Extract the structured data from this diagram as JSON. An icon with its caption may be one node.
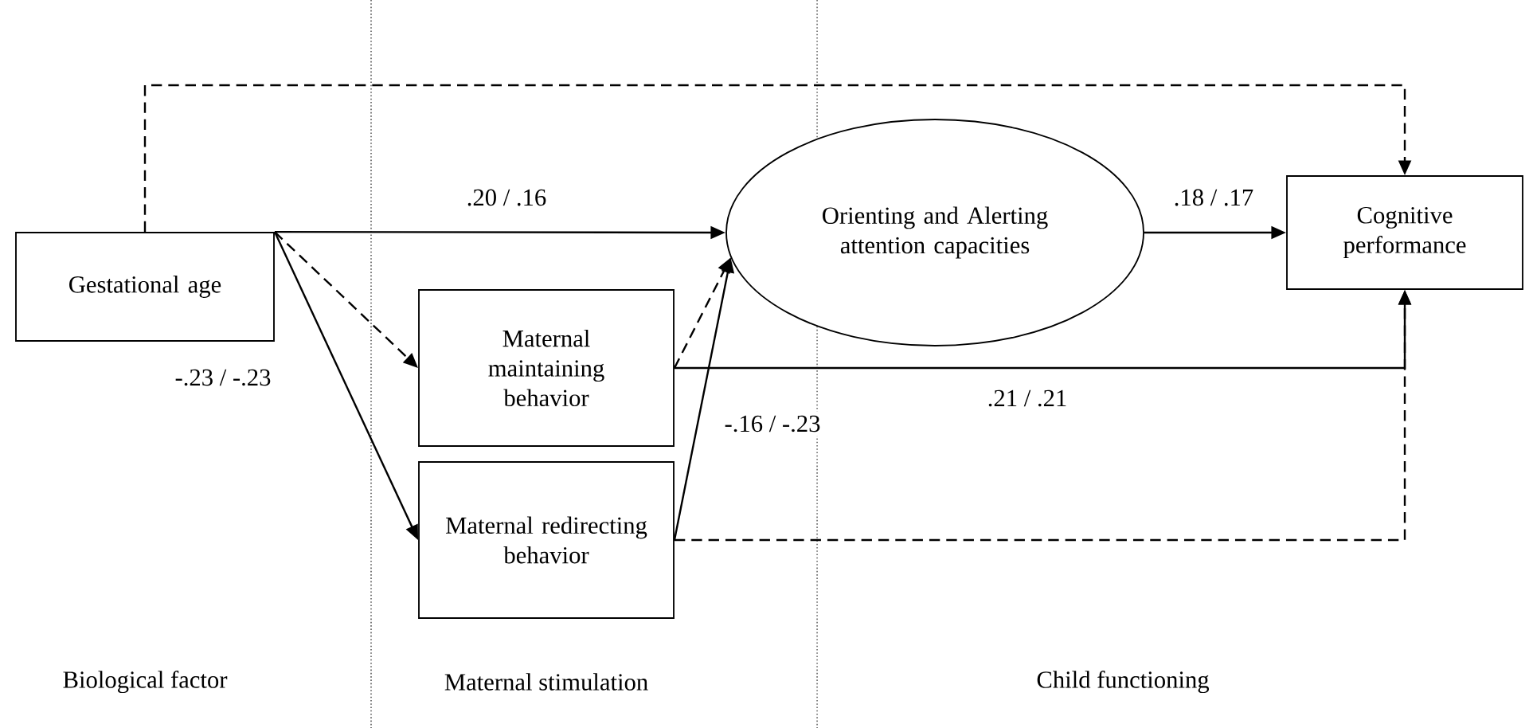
{
  "diagram": {
    "nodes": [
      {
        "text": [
          "Gestational age"
        ]
      },
      {
        "text": [
          "Orienting and Alerting attention capacities"
        ]
      },
      {
        "text": [
          "Cognitive performance"
        ]
      },
      {
        "text": [
          "Maternal maintaining behavior"
        ]
      },
      {
        "text": [
          "Maternal redirecting behavior"
        ]
      }
    ],
    "edges": [
      {
        "from": 0,
        "to": 2,
        "arrow": "to",
        "style": "dashed"
      },
      {
        "from": 0,
        "to": 1,
        "arrow": "to",
        "label": ".20 / .16"
      },
      {
        "from": 0,
        "to": 3,
        "arrow": "to",
        "style": "dashed"
      },
      {
        "from": 0,
        "to": 4,
        "arrow": "to",
        "label": "-.23 / -.23"
      },
      {
        "from": 3,
        "to": 1,
        "arrow": "to",
        "style": "dashed"
      },
      {
        "from": 4,
        "to": 1,
        "arrow": "to",
        "label": "-.16 / -.23"
      },
      {
        "from": 1,
        "to": 2,
        "arrow": "to",
        "label": ".18 / .17"
      },
      {
        "from": 3,
        "to": 2,
        "arrow": "to",
        "label": ".21 / .21"
      },
      {
        "from": 4,
        "to": 2,
        "arrow": "to",
        "style": "dashed"
      }
    ],
    "labels": [
      "Biological factor",
      "Maternal stimulation",
      "Child functioning"
    ]
  }
}
